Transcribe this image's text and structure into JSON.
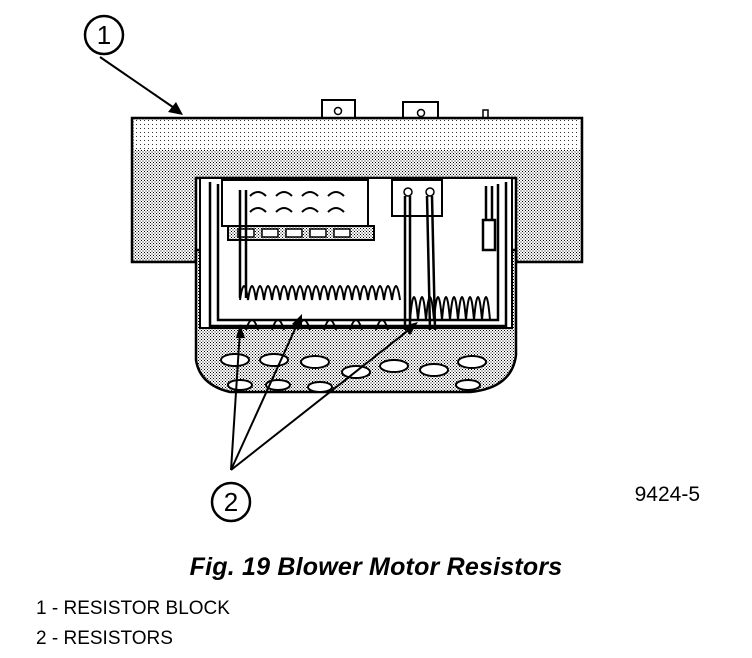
{
  "figure": {
    "callouts": [
      {
        "number": "1"
      },
      {
        "number": "2"
      }
    ],
    "figure_code": "9424-5"
  },
  "caption": "Fig. 19 Blower Motor Resistors",
  "legend": [
    {
      "number": "1",
      "sep": " - ",
      "label": "RESISTOR BLOCK"
    },
    {
      "number": "2",
      "sep": " - ",
      "label": "RESISTORS"
    }
  ]
}
